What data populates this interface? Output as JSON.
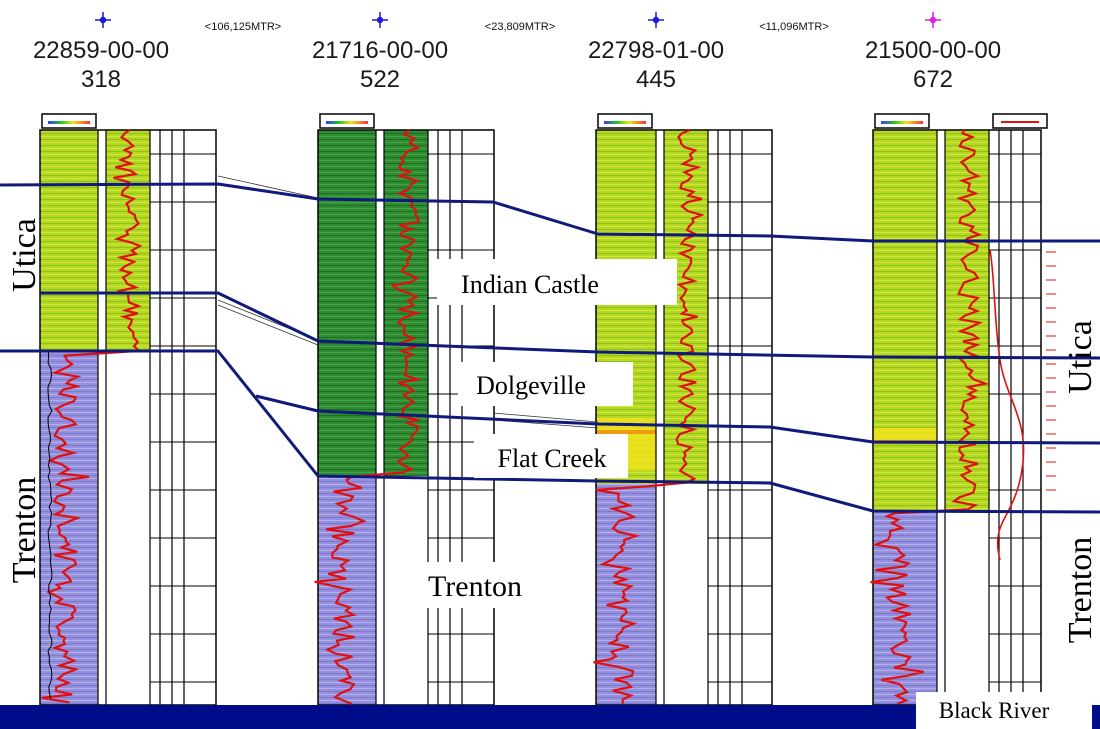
{
  "wells": [
    {
      "id": "22859-00-00",
      "elevation": "318",
      "marker_color": "#1a1adc"
    },
    {
      "id": "21716-00-00",
      "elevation": "522",
      "marker_color": "#1a1adc"
    },
    {
      "id": "22798-01-00",
      "elevation": "445",
      "marker_color": "#1a1adc"
    },
    {
      "id": "21500-00-00",
      "elevation": "672",
      "marker_color": "#e01ee0"
    }
  ],
  "distances": [
    "<106,125MTR>",
    "<23,809MTR>",
    "<11,096MTR>"
  ],
  "formation_labels": {
    "indian_castle": "Indian Castle",
    "dolgeville": "Dolgeville",
    "flat_creek": "Flat Creek",
    "trenton_center": "Trenton",
    "black_river": "Black River"
  },
  "side_labels": {
    "left_upper": "Utica",
    "left_lower": "Trenton",
    "right_upper": "Utica",
    "right_lower": "Trenton"
  },
  "colors": {
    "correlation_line": "#101a7a",
    "log_curve": "#e01010",
    "shale_green": "#a8d418",
    "shale_dark_green": "#2e8a2e",
    "limestone_purple": "#8a86d8",
    "base_bar": "#000c8a"
  }
}
